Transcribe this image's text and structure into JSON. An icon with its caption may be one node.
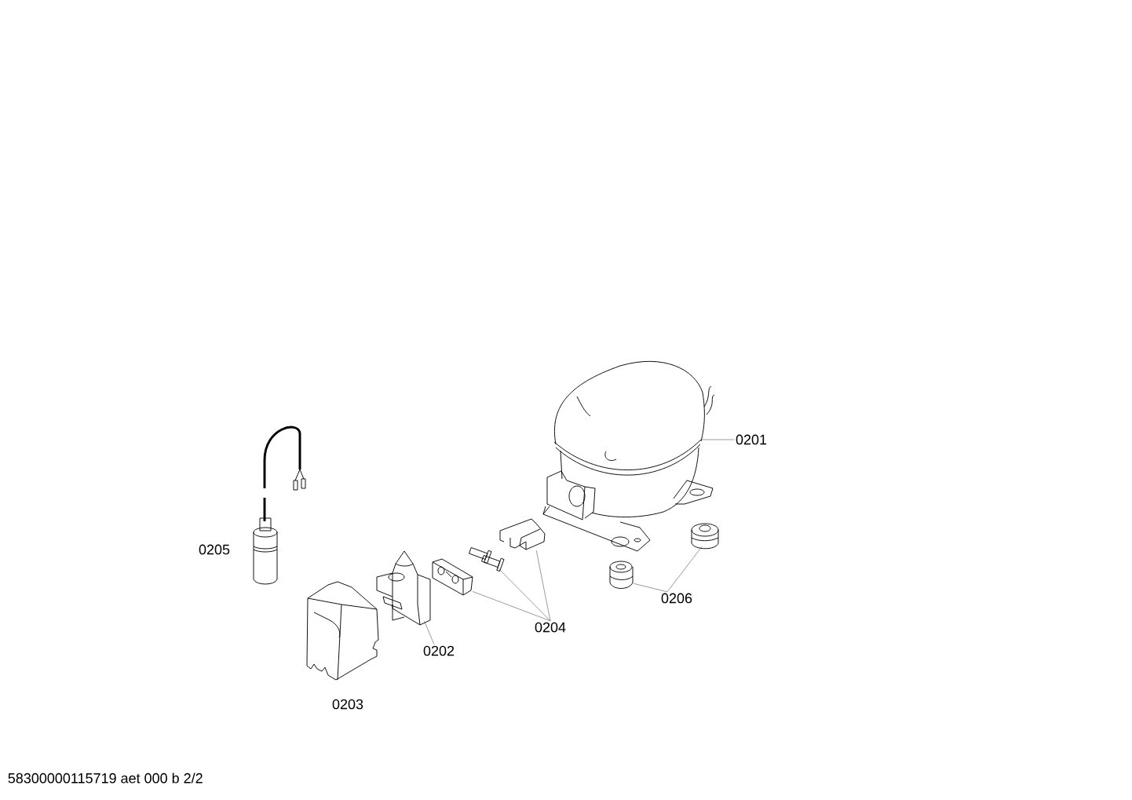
{
  "diagram": {
    "nodes": [
      {
        "text": [
          "0201"
        ]
      },
      {
        "text": [],
        "shape": "picture"
      },
      {
        "text": [
          "0202"
        ]
      },
      {
        "text": [],
        "shape": "picture"
      },
      {
        "text": [
          "0204"
        ]
      },
      {
        "text": [],
        "shape": "picture"
      },
      {
        "text": [],
        "shape": "picture"
      },
      {
        "text": [],
        "shape": "picture"
      },
      {
        "text": [
          "0206"
        ]
      },
      {
        "text": [],
        "shape": "picture"
      },
      {
        "text": [],
        "shape": "picture"
      }
    ],
    "edges": [
      {
        "from": 0,
        "to": 1,
        "arrow": "none"
      },
      {
        "from": 2,
        "to": 3,
        "arrow": "none"
      },
      {
        "from": 4,
        "to": 5,
        "arrow": "none"
      },
      {
        "from": 4,
        "to": 6,
        "arrow": "none"
      },
      {
        "from": 4,
        "to": 7,
        "arrow": "none"
      },
      {
        "from": 8,
        "to": 9,
        "arrow": "none"
      },
      {
        "from": 8,
        "to": 10,
        "arrow": "none"
      }
    ],
    "labels": [
      "0205",
      "0203",
      "58300000115719 aet 000 b 2/2"
    ]
  }
}
